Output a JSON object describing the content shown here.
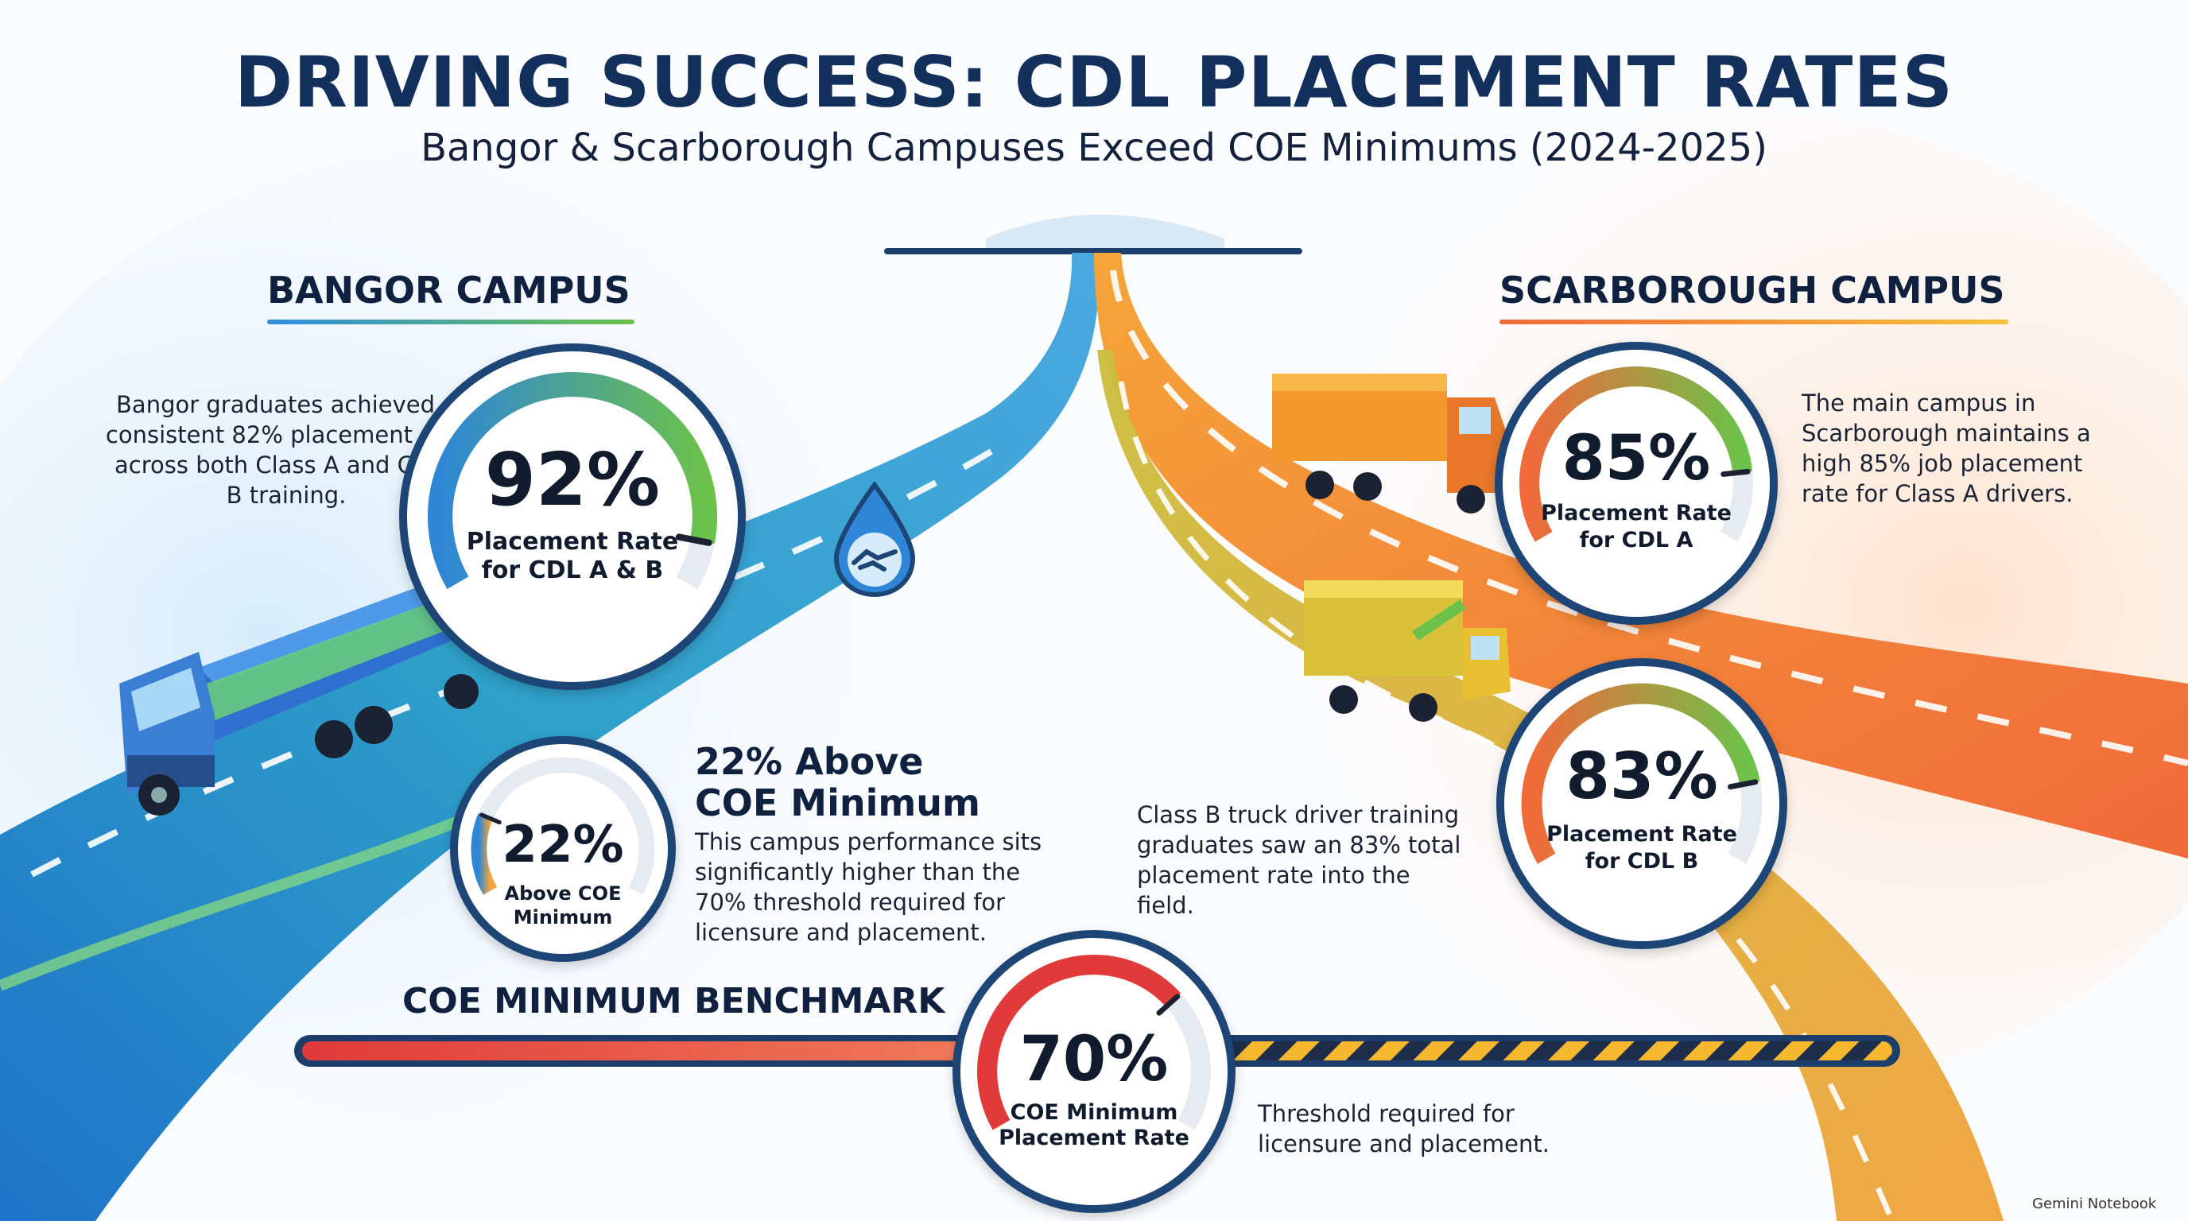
{
  "header": {
    "title": "DRIVING SUCCESS: CDL PLACEMENT RATES",
    "subtitle": "Bangor & Scarborough Campuses Exceed COE Minimums (2024-2025)"
  },
  "bangor": {
    "heading": "BANGOR CAMPUS",
    "description": "Bangor graduates achieved a consistent 82% placement rate across both Class A and Class B training.",
    "gauge": {
      "value": "92%",
      "label_line1": "Placement Rate",
      "label_line2": "for CDL A & B",
      "level": 0.92
    },
    "above": {
      "value": "22%",
      "label_line1": "Above COE",
      "label_line2": "Minimum",
      "level": 0.22,
      "heading_line1": "22% Above",
      "heading_line2": "COE Minimum",
      "description": "This campus performance sits significantly higher than the 70% threshold required for licensure and placement."
    }
  },
  "scarborough": {
    "heading": "SCARBOROUGH CAMPUS",
    "cdl_a": {
      "value": "85%",
      "label_line1": "Placement Rate",
      "label_line2": "for CDL A",
      "level": 0.85,
      "description": "The main campus in Scarborough maintains a high 85% job placement rate for Class A drivers."
    },
    "cdl_b": {
      "value": "83%",
      "label_line1": "Placement Rate",
      "label_line2": "for CDL B",
      "level": 0.83,
      "description": "Class B truck driver training graduates saw an 83% total placement rate into the field."
    }
  },
  "benchmark": {
    "heading": "COE MINIMUM BENCHMARK",
    "value": "70%",
    "label_line1": "COE Minimum",
    "label_line2": "Placement Rate",
    "level": 0.7,
    "description": "Threshold required for licensure and placement."
  },
  "watermark": "Gemini Notebook",
  "colors": {
    "navy": "#13305c",
    "ring": "#1d4677",
    "blue_road": "#2f86d6",
    "green_road": "#6cc24a",
    "orange_road": "#f08a2c",
    "yellow_road": "#d9b53a",
    "red": "#e03a3a"
  },
  "icons": [
    "truck-icon",
    "handshake-icon",
    "box-truck-icon",
    "semi-truck-icon"
  ]
}
